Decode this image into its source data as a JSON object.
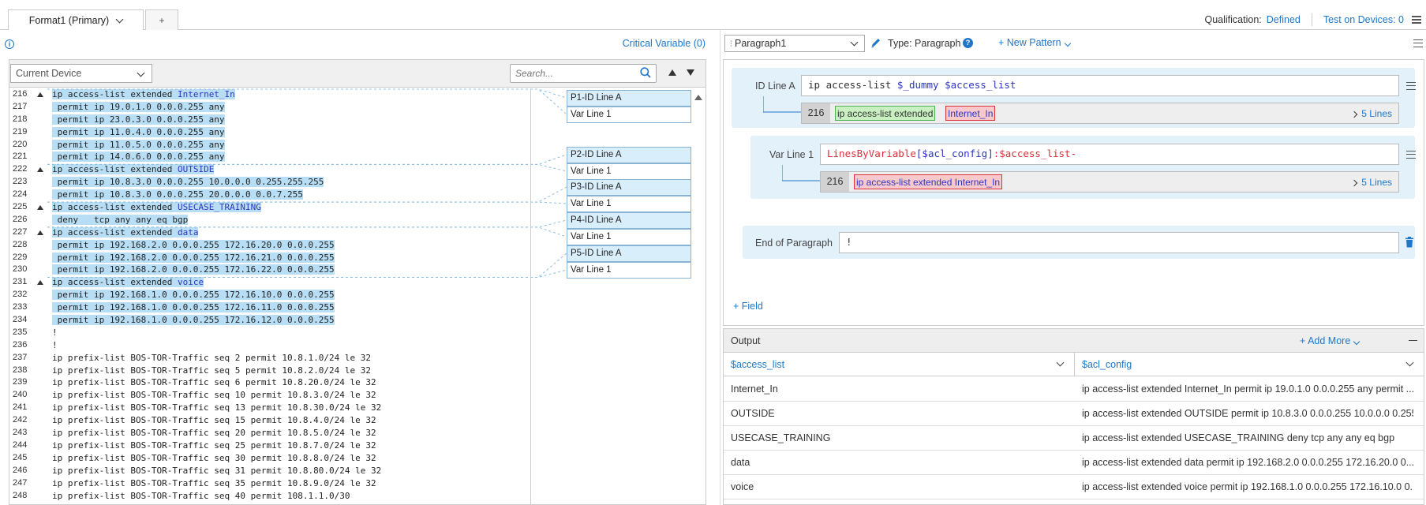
{
  "tabs": [
    {
      "label": "Format1 (Primary)"
    },
    {
      "label": "+"
    }
  ],
  "qualification": {
    "label": "Qualification:",
    "value": "Defined",
    "test_devices": "Test on Devices: 0"
  },
  "left": {
    "critical_variable": "Critical Variable (0)",
    "device_select": "Current Device",
    "search_placeholder": "Search...",
    "lines": [
      {
        "n": "216",
        "fold": true,
        "t": "ip access-list extended ",
        "v": "Internet_In",
        "hl": true
      },
      {
        "n": "217",
        "t": " permit ip 19.0.1.0 0.0.0.255 any",
        "hl": true
      },
      {
        "n": "218",
        "t": " permit ip 23.0.3.0 0.0.0.255 any",
        "hl": true
      },
      {
        "n": "219",
        "t": " permit ip 11.0.4.0 0.0.0.255 any",
        "hl": true
      },
      {
        "n": "220",
        "t": " permit ip 11.0.5.0 0.0.0.255 any",
        "hl": true
      },
      {
        "n": "221",
        "t": " permit ip 14.0.6.0 0.0.0.255 any",
        "hl": true
      },
      {
        "n": "222",
        "fold": true,
        "t": "ip access-list extended ",
        "v": "OUTSIDE",
        "hl": true
      },
      {
        "n": "223",
        "t": " permit ip 10.8.3.0 0.0.0.255 10.0.0.0 0.255.255.255",
        "hl": true
      },
      {
        "n": "224",
        "t": " permit ip 10.8.3.0 0.0.0.255 20.0.0.0 0.0.7.255",
        "hl": true
      },
      {
        "n": "225",
        "fold": true,
        "t": "ip access-list extended ",
        "v": "USECASE_TRAINING",
        "hl": true
      },
      {
        "n": "226",
        "t": " deny   tcp any any eq bgp",
        "hl": true
      },
      {
        "n": "227",
        "fold": true,
        "t": "ip access-list extended ",
        "v": "data",
        "hl": true
      },
      {
        "n": "228",
        "t": " permit ip 192.168.2.0 0.0.0.255 172.16.20.0 0.0.0.255",
        "hl": true
      },
      {
        "n": "229",
        "t": " permit ip 192.168.2.0 0.0.0.255 172.16.21.0 0.0.0.255",
        "hl": true
      },
      {
        "n": "230",
        "t": " permit ip 192.168.2.0 0.0.0.255 172.16.22.0 0.0.0.255",
        "hl": true
      },
      {
        "n": "231",
        "fold": true,
        "t": "ip access-list extended ",
        "v": "voice",
        "hl": true
      },
      {
        "n": "232",
        "t": " permit ip 192.168.1.0 0.0.0.255 172.16.10.0 0.0.0.255",
        "hl": true
      },
      {
        "n": "233",
        "t": " permit ip 192.168.1.0 0.0.0.255 172.16.11.0 0.0.0.255",
        "hl": true
      },
      {
        "n": "234",
        "t": " permit ip 192.168.1.0 0.0.0.255 172.16.12.0 0.0.0.255",
        "hl": true
      },
      {
        "n": "235",
        "t": "!"
      },
      {
        "n": "236",
        "t": "!"
      },
      {
        "n": "237",
        "t": "ip prefix-list BOS-TOR-Traffic seq 2 permit 10.8.1.0/24 le 32"
      },
      {
        "n": "238",
        "t": "ip prefix-list BOS-TOR-Traffic seq 5 permit 10.8.2.0/24 le 32"
      },
      {
        "n": "239",
        "t": "ip prefix-list BOS-TOR-Traffic seq 6 permit 10.8.20.0/24 le 32"
      },
      {
        "n": "240",
        "t": "ip prefix-list BOS-TOR-Traffic seq 10 permit 10.8.3.0/24 le 32"
      },
      {
        "n": "241",
        "t": "ip prefix-list BOS-TOR-Traffic seq 13 permit 10.8.30.0/24 le 32"
      },
      {
        "n": "242",
        "t": "ip prefix-list BOS-TOR-Traffic seq 15 permit 10.8.4.0/24 le 32"
      },
      {
        "n": "243",
        "t": "ip prefix-list BOS-TOR-Traffic seq 20 permit 10.8.5.0/24 le 32"
      },
      {
        "n": "244",
        "t": "ip prefix-list BOS-TOR-Traffic seq 25 permit 10.8.7.0/24 le 32"
      },
      {
        "n": "245",
        "t": "ip prefix-list BOS-TOR-Traffic seq 30 permit 10.8.8.0/24 le 32"
      },
      {
        "n": "246",
        "t": "ip prefix-list BOS-TOR-Traffic seq 31 permit 10.8.80.0/24 le 32"
      },
      {
        "n": "247",
        "t": "ip prefix-list BOS-TOR-Traffic seq 35 permit 10.8.9.0/24 le 32"
      },
      {
        "n": "248",
        "t": "ip prefix-list BOS-TOR-Traffic seq 40 permit 108.1.1.0/30"
      }
    ],
    "paragraph_boxes": [
      {
        "label": "P1-ID Line A",
        "kind": "id"
      },
      {
        "label": "Var Line 1",
        "kind": "var"
      },
      {
        "label": "P2-ID Line A",
        "kind": "id"
      },
      {
        "label": "Var Line 1",
        "kind": "var"
      },
      {
        "label": "P3-ID Line A",
        "kind": "id"
      },
      {
        "label": "Var Line 1",
        "kind": "var"
      },
      {
        "label": "P4-ID Line A",
        "kind": "id"
      },
      {
        "label": "Var Line 1",
        "kind": "var"
      },
      {
        "label": "P5-ID Line A",
        "kind": "id"
      },
      {
        "label": "Var Line 1",
        "kind": "var"
      }
    ]
  },
  "right": {
    "paragraph_select": "Paragraph1",
    "type_label": "Type: Paragraph",
    "new_pattern": "+ New Pattern",
    "id_line": {
      "label": "ID Line A",
      "pattern_prefix": "ip access-list ",
      "pattern_var1": "$_dummy",
      "pattern_var2": "$access_list",
      "match_line": "216",
      "match_text": "ip access-list extended ",
      "match_var": "Internet_In",
      "lines": "5 Lines"
    },
    "var_line": {
      "label": "Var Line 1",
      "pattern_fn": "LinesByVariable",
      "pattern_arg": "[$acl_config]",
      "pattern_rest": ":$access_list-",
      "match_line": "216",
      "match_text": "ip access-list extended Internet_In",
      "lines": "5 Lines"
    },
    "end": {
      "label": "End of Paragraph",
      "value": "!"
    },
    "add_field": "+ Field",
    "output": {
      "title": "Output",
      "add_more": "+ Add More",
      "columns": [
        "$access_list",
        "$acl_config"
      ],
      "rows": [
        [
          "Internet_In",
          "ip access-list extended Internet_In permit ip 19.0.1.0 0.0.0.255 any permit ..."
        ],
        [
          "OUTSIDE",
          "ip access-list extended OUTSIDE permit ip 10.8.3.0 0.0.0.255 10.0.0.0 0.255..."
        ],
        [
          "USECASE_TRAINING",
          "ip access-list extended USECASE_TRAINING deny tcp any any eq bgp"
        ],
        [
          "data",
          "ip access-list extended data permit ip 192.168.2.0 0.0.0.255 172.16.20.0 0..."
        ],
        [
          "voice",
          "ip access-list extended voice permit ip 192.168.1.0 0.0.0.255 172.16.10.0 0..."
        ]
      ]
    }
  },
  "colors": {
    "accent": "#1f77c9",
    "highlight": "#b8def5",
    "block": "#e3f1fb",
    "match_green": "#c8f0c0",
    "match_red": "#f7c8cc"
  }
}
